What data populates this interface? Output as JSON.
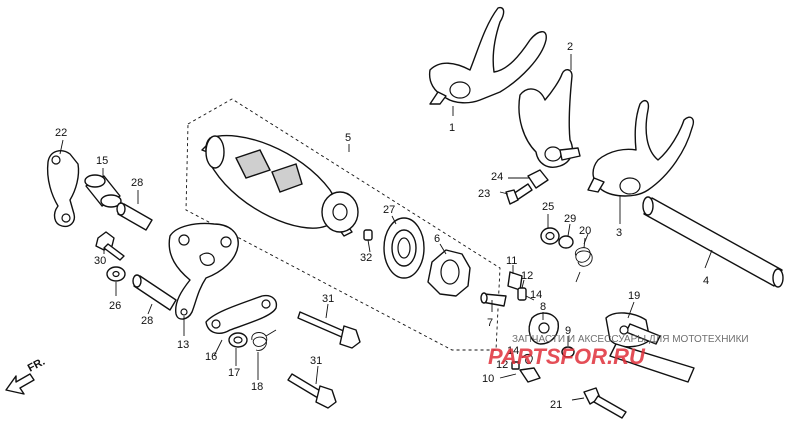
{
  "callouts": [
    {
      "id": "c1",
      "label": "1"
    },
    {
      "id": "c2",
      "label": "2"
    },
    {
      "id": "c3",
      "label": "3"
    },
    {
      "id": "c4",
      "label": "4"
    },
    {
      "id": "c5",
      "label": "5"
    },
    {
      "id": "c6",
      "label": "6"
    },
    {
      "id": "c7",
      "label": "7"
    },
    {
      "id": "c8",
      "label": "8"
    },
    {
      "id": "c9",
      "label": "9"
    },
    {
      "id": "c10",
      "label": "10"
    },
    {
      "id": "c11",
      "label": "11"
    },
    {
      "id": "c12a",
      "label": "12"
    },
    {
      "id": "c12b",
      "label": "12"
    },
    {
      "id": "c13",
      "label": "13"
    },
    {
      "id": "c14a",
      "label": "14"
    },
    {
      "id": "c14b",
      "label": "14"
    },
    {
      "id": "c15",
      "label": "15"
    },
    {
      "id": "c16",
      "label": "16"
    },
    {
      "id": "c17",
      "label": "17"
    },
    {
      "id": "c18",
      "label": "18"
    },
    {
      "id": "c19",
      "label": "19"
    },
    {
      "id": "c20",
      "label": "20"
    },
    {
      "id": "c21",
      "label": "21"
    },
    {
      "id": "c22",
      "label": "22"
    },
    {
      "id": "c23",
      "label": "23"
    },
    {
      "id": "c24",
      "label": "24"
    },
    {
      "id": "c25",
      "label": "25"
    },
    {
      "id": "c26",
      "label": "26"
    },
    {
      "id": "c27",
      "label": "27"
    },
    {
      "id": "c28a",
      "label": "28"
    },
    {
      "id": "c28b",
      "label": "28"
    },
    {
      "id": "c29",
      "label": "29"
    },
    {
      "id": "c30",
      "label": "30"
    },
    {
      "id": "c31a",
      "label": "31"
    },
    {
      "id": "c31b",
      "label": "31"
    },
    {
      "id": "c32",
      "label": "32"
    }
  ],
  "direction_label": "FR.",
  "watermark": {
    "tagline": "ЗАПЧАСТИ И АКСЕССУАРЫ ДЛЯ МОТОТЕХНИКИ",
    "logo": "PARTSFOR.RU",
    "color": "#e0303a"
  }
}
